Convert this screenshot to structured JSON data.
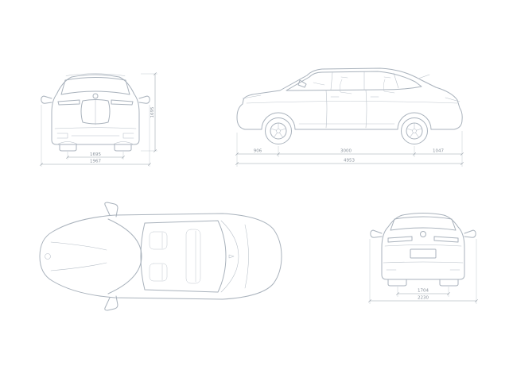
{
  "page": {
    "background": "#ffffff",
    "car_line_color": "#a9b2bc",
    "dim_line_color": "#98a1aa",
    "dim_text_color": "#8a939d"
  },
  "views": {
    "front": {
      "dims": {
        "track": "1695",
        "overall_width": "1967",
        "height": "1695"
      }
    },
    "side": {
      "dims": {
        "front_overhang": "906",
        "wheelbase": "3000",
        "rear_overhang": "1047",
        "overall_length": "4953"
      }
    },
    "rear": {
      "dims": {
        "track": "1704",
        "width_incl_mirrors": "2230"
      }
    }
  }
}
